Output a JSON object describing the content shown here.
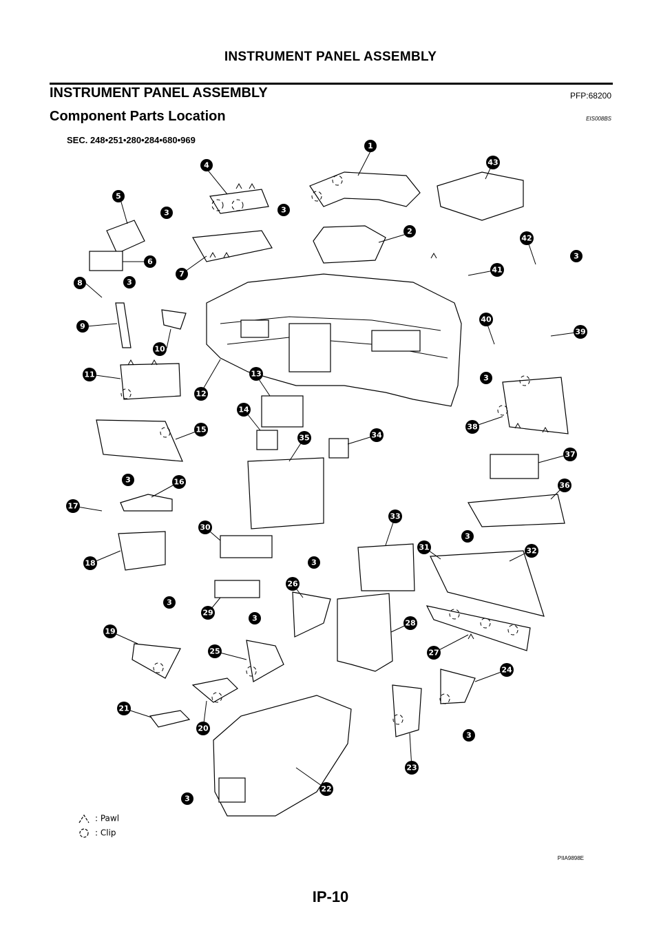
{
  "running_head": "INSTRUMENT PANEL ASSEMBLY",
  "section": {
    "title": "INSTRUMENT PANEL ASSEMBLY",
    "pfp": "PFP:68200"
  },
  "subsection": {
    "title": "Component Parts Location",
    "code": "EIS008BS"
  },
  "figure": {
    "sec_label": "SEC. 248•251•280•284•680•969",
    "figure_code": "PIIA9898E",
    "callouts": [
      "1",
      "2",
      "3",
      "4",
      "5",
      "6",
      "7",
      "8",
      "9",
      "10",
      "11",
      "12",
      "13",
      "14",
      "15",
      "16",
      "17",
      "18",
      "19",
      "20",
      "21",
      "22",
      "23",
      "24",
      "25",
      "26",
      "27",
      "28",
      "29",
      "30",
      "31",
      "32",
      "33",
      "34",
      "35",
      "36",
      "37",
      "38",
      "39",
      "40",
      "41",
      "42",
      "43"
    ],
    "legend": [
      {
        "symbol": "pawl-symbol",
        "label": ": Pawl"
      },
      {
        "symbol": "clip-symbol",
        "label": ": Clip"
      }
    ]
  },
  "page_number": "IP-10"
}
